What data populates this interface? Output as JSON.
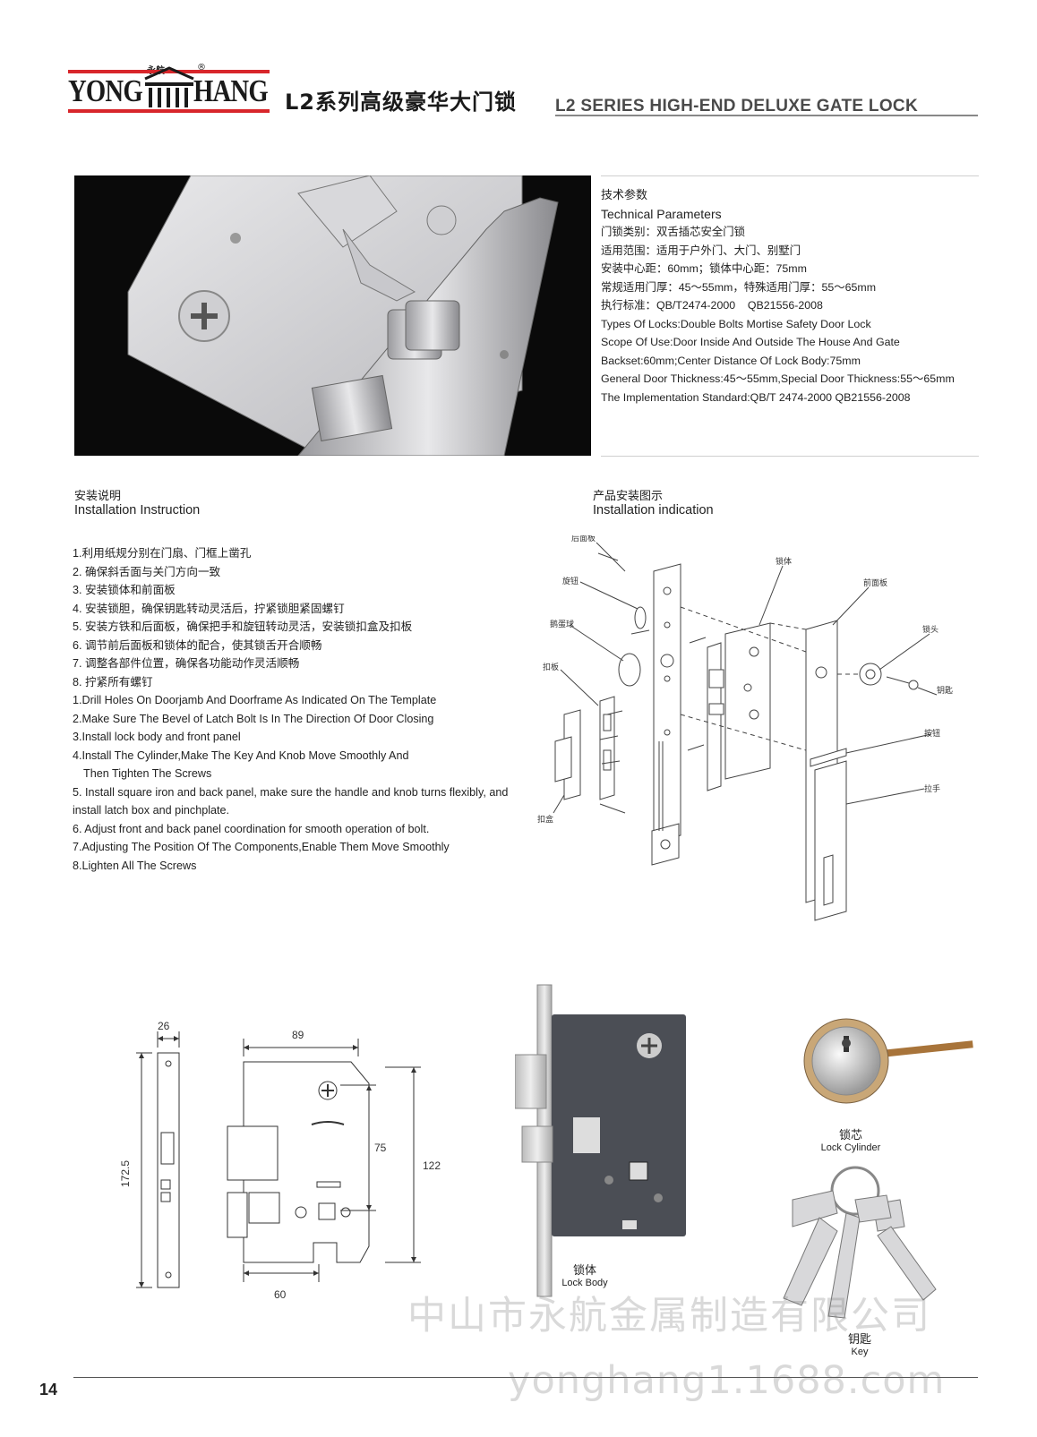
{
  "brand": {
    "name_left": "YONG",
    "name_right": "HANG",
    "chinese_mark": "永航",
    "registered": "®"
  },
  "header": {
    "title_cn": "L2系列高级豪华大门锁",
    "title_en": "L2 SERIES HIGH-END DELUXE GATE LOCK"
  },
  "parameters": {
    "heading_cn": "技术参数",
    "heading_en": "Technical Parameters",
    "lines": [
      "门锁类别：双舌插芯安全门锁",
      "适用范围：适用于户外门、大门、别墅门",
      "安装中心距：60mm；锁体中心距：75mm",
      "常规适用门厚：45～55mm，特殊适用门厚：55～65mm",
      "执行标准：QB/T2474-2000    QB21556-2008",
      "Types Of Locks:Double Bolts Mortise Safety Door Lock",
      "Scope Of Use:Door Inside And Outside The House And Gate",
      "Backset:60mm;Center Distance Of Lock Body:75mm",
      "General Door Thickness:45～55mm,Special Door Thickness:55～65mm",
      "The Implementation Standard:QB/T 2474-2000 QB21556-2008"
    ]
  },
  "installation": {
    "heading_cn": "安装说明",
    "heading_en": "Installation Instruction",
    "steps": [
      "1.利用纸规分别在门扇、门框上凿孔",
      "2. 确保斜舌面与关门方向一致",
      "3. 安装锁体和前面板",
      "4. 安装锁胆，确保钥匙转动灵活后，拧紧锁胆紧固螺钉",
      "5. 安装方铁和后面板，确保把手和旋钮转动灵活，安装锁扣盒及扣板",
      "6. 调节前后面板和锁体的配合，使其锁舌开合顺畅",
      "7. 调整各部件位置，确保各功能动作灵活顺畅",
      "8. 拧紧所有螺钉",
      "1.Drill Holes On Doorjamb And Doorframe As Indicated On The Template",
      "2.Make Sure The Bevel of Latch Bolt Is In The Direction Of Door Closing",
      "3.Install lock body and front panel",
      "4.Install The Cylinder,Make The Key And Knob Move Smoothly And",
      "Then Tighten The Screws",
      "5. Install square iron and back panel, make sure the handle and knob turns flexibly, and",
      "install latch box and pinchplate.",
      "6. Adjust front and back panel coordination for smooth operation of bolt.",
      "7.Adjusting The Position Of The Components,Enable Them Move Smoothly",
      "8.Lighten All The Screws"
    ]
  },
  "indication": {
    "heading_cn": "产品安装图示",
    "heading_en": "Installation indication",
    "callouts": {
      "back_panel": "后面板",
      "knob": "旋钮",
      "egg_ball": "鹅蛋球",
      "strike_plate": "扣板",
      "strike_box": "扣盒",
      "lock_body": "锁体",
      "front_panel": "前面板",
      "cylinder": "锁头",
      "key": "钥匙",
      "button": "按钮",
      "handle": "拉手"
    }
  },
  "dimensions": {
    "faceplate_width": "26",
    "faceplate_height": "172.5",
    "body_width": "89",
    "center_distance": "75",
    "body_height": "122",
    "backset": "60"
  },
  "products": {
    "lock_body_cn": "锁体",
    "lock_body_en": "Lock Body",
    "cylinder_cn": "锁芯",
    "cylinder_en": "Lock Cylinder",
    "key_cn": "钥匙",
    "key_en": "Key"
  },
  "watermark": {
    "company": "中山市永航金属制造有限公司",
    "site": "yonghang1.1688.com"
  },
  "page_number": "14"
}
